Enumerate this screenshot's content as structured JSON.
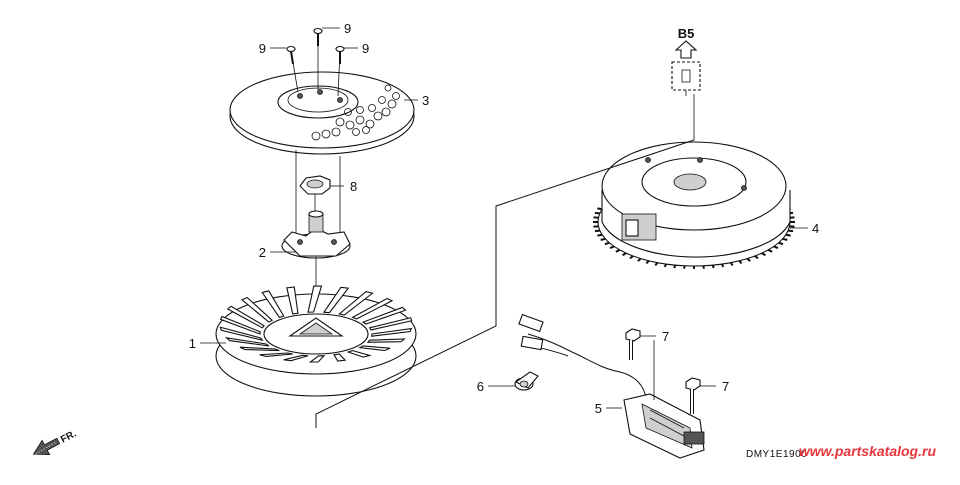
{
  "diagram": {
    "callouts": {
      "c1": "1",
      "c2": "2",
      "c3": "3",
      "c4": "4",
      "c5": "5",
      "c6": "6",
      "c7a": "7",
      "c7b": "7",
      "c8": "8",
      "c9a": "9",
      "c9b": "9",
      "c9c": "9"
    },
    "reference": {
      "label": "B5"
    },
    "direction": {
      "label": "FR."
    },
    "drawing_code": "DMY1E1900",
    "watermark": "www.partskatalog.ru"
  }
}
